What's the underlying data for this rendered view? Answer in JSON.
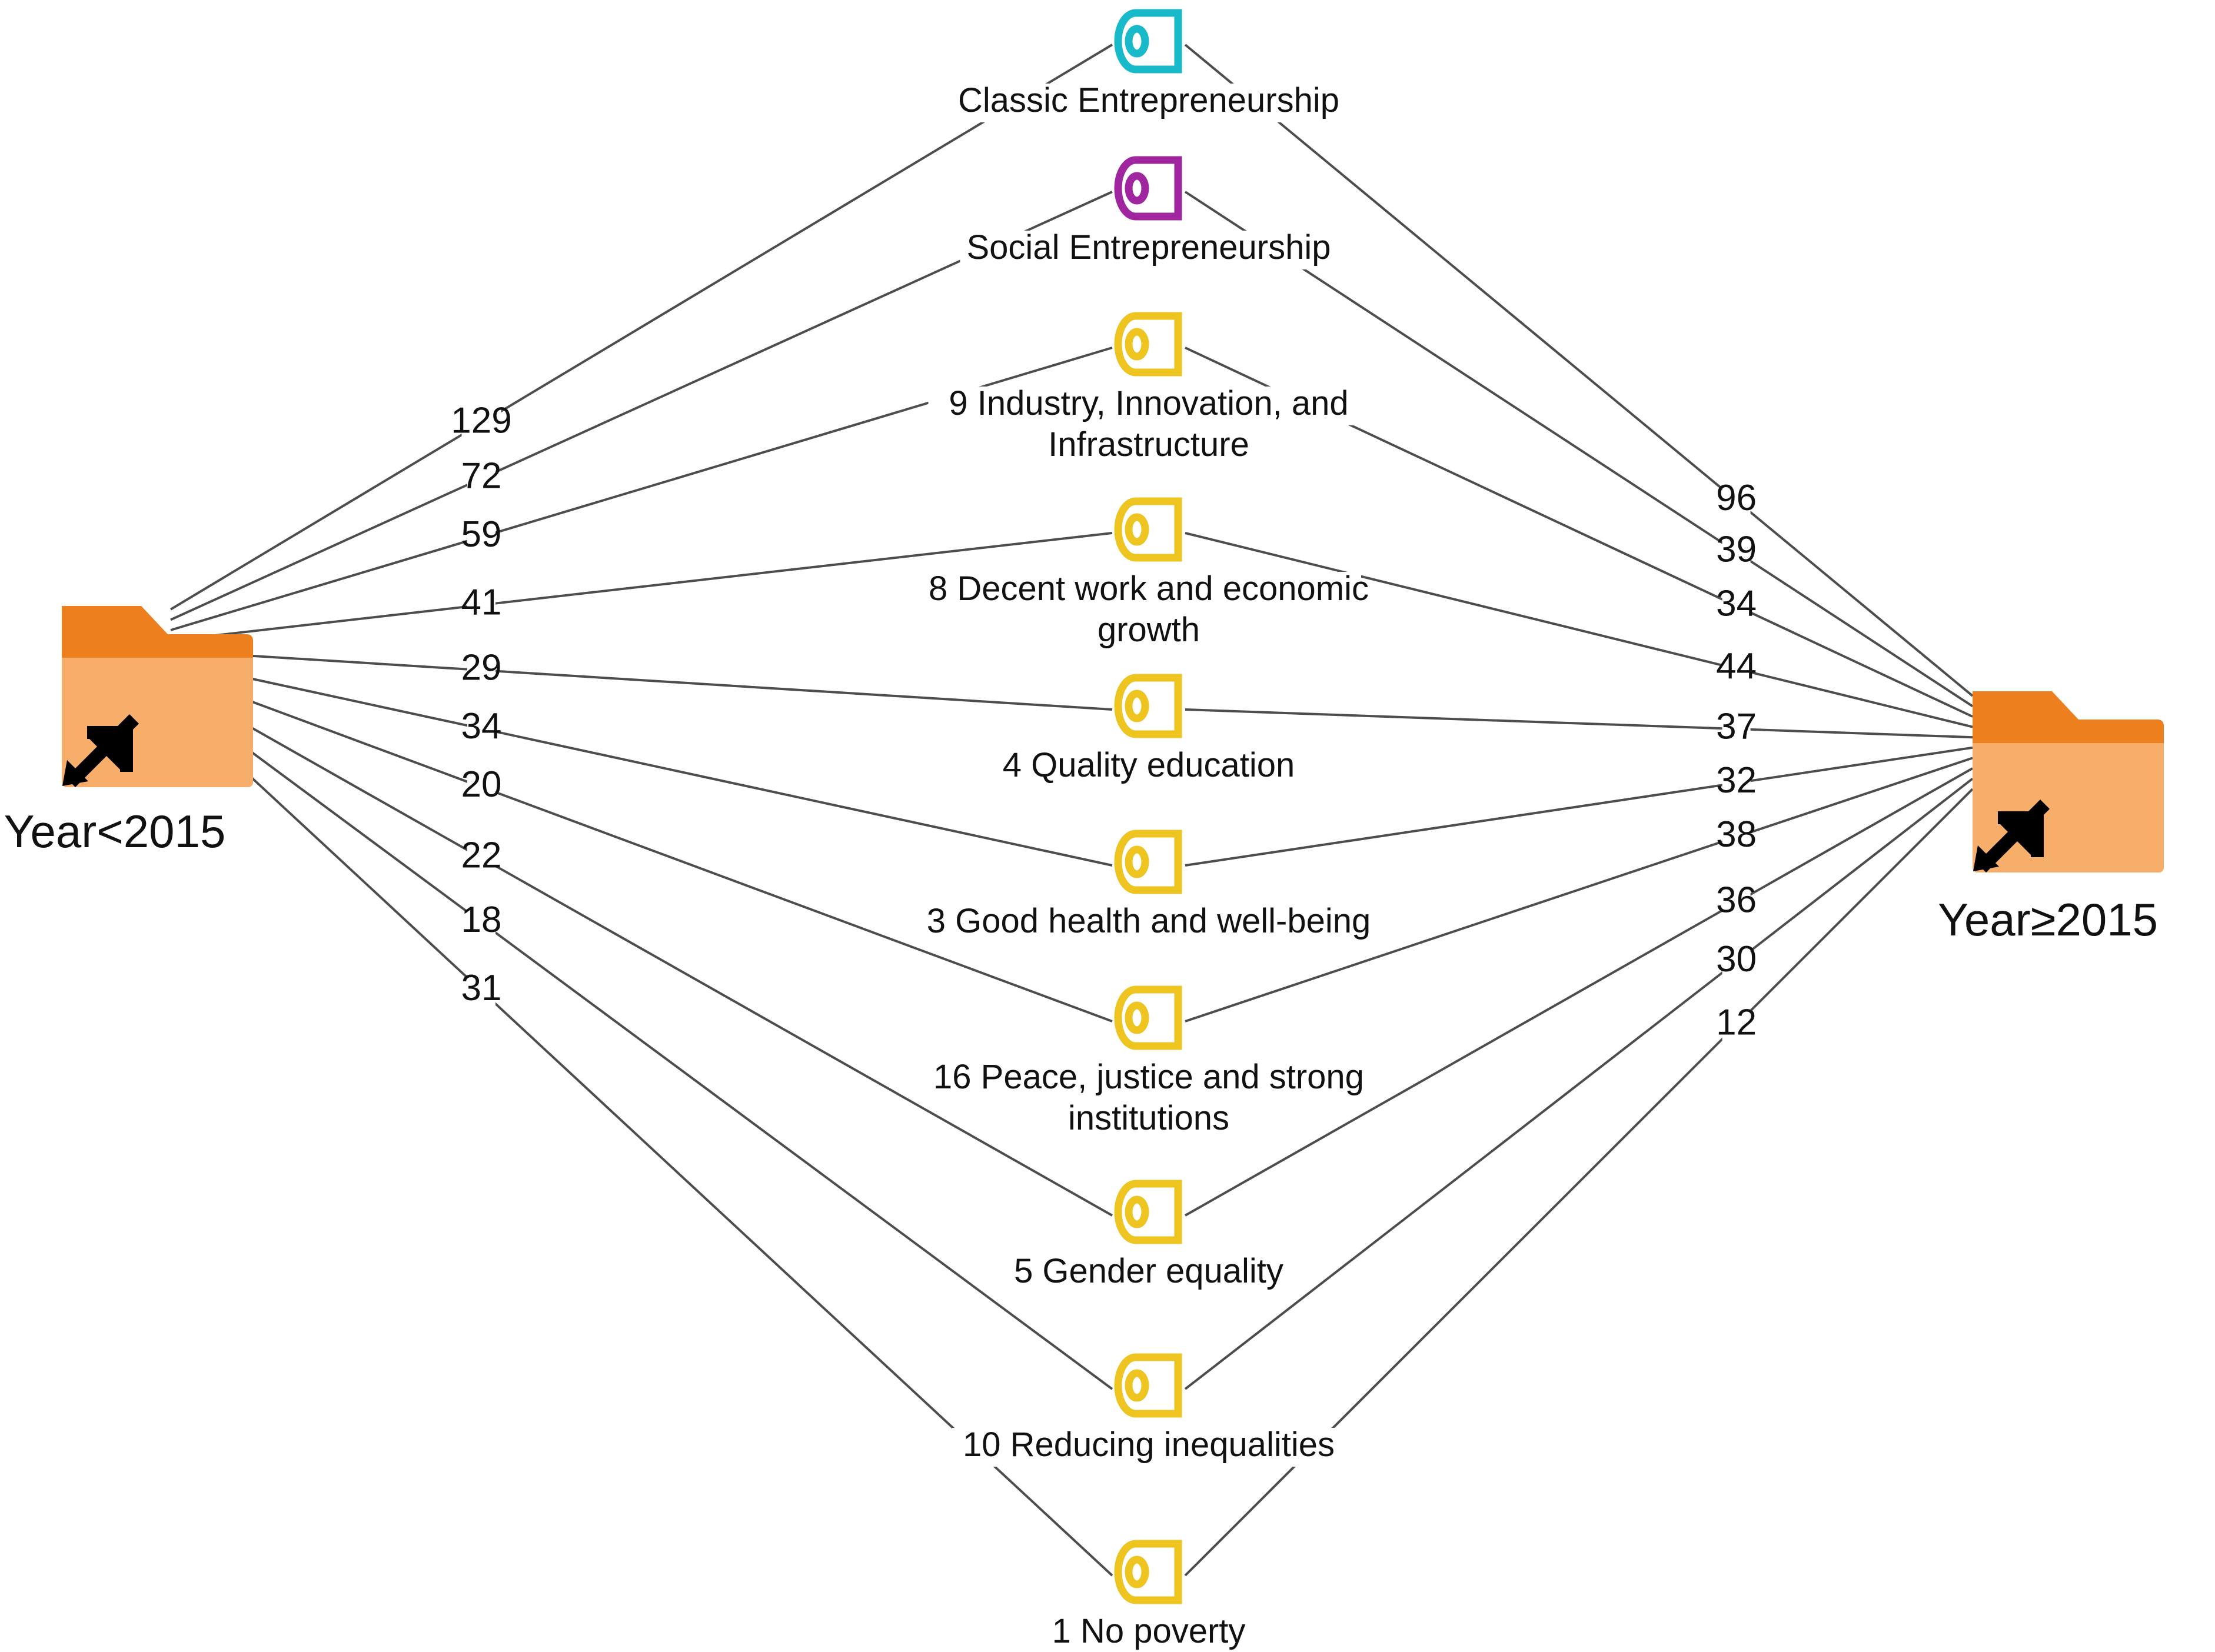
{
  "figure": {
    "type": "bipartite-flow-diagram",
    "background": "#ffffff",
    "edge_color": "#4d4d4d",
    "text_color": "#111111"
  },
  "hubs": {
    "left": {
      "label": "Year<2015",
      "icon": "folder-open-arrow-icon",
      "folder_top_color": "#EE7F1E",
      "folder_body_color": "#F7AE6B",
      "arrow_color": "#000000"
    },
    "right": {
      "label": "Year≥2015",
      "icon": "folder-open-arrow-icon",
      "folder_top_color": "#EE7F1E",
      "folder_body_color": "#F7AE6B",
      "arrow_color": "#000000"
    }
  },
  "icon_colors": {
    "cyan": "#18B9C9",
    "purple": "#A026A0",
    "yellow": "#EDC420"
  },
  "nodes": [
    {
      "label": "Classic Entrepreneurship",
      "icon": "tag-icon",
      "color": "#18B9C9",
      "lines": [
        "Classic Entrepreneurship"
      ]
    },
    {
      "label": "Social Entrepreneurship",
      "icon": "tag-icon",
      "color": "#A026A0",
      "lines": [
        "Social Entrepreneurship"
      ]
    },
    {
      "label": "9 Industry, Innovation, and Infrastructure",
      "icon": "tag-icon",
      "color": "#EDC420",
      "lines": [
        "9 Industry, Innovation, and",
        "Infrastructure"
      ]
    },
    {
      "label": "8 Decent work and economic growth",
      "icon": "tag-icon",
      "color": "#EDC420",
      "lines": [
        "8 Decent work and economic",
        "growth"
      ]
    },
    {
      "label": "4 Quality education",
      "icon": "tag-icon",
      "color": "#EDC420",
      "lines": [
        "4 Quality education"
      ]
    },
    {
      "label": "3 Good health and well-being",
      "icon": "tag-icon",
      "color": "#EDC420",
      "lines": [
        "3 Good health and well-being"
      ]
    },
    {
      "label": "16 Peace, justice and strong institutions",
      "icon": "tag-icon",
      "color": "#EDC420",
      "lines": [
        "16 Peace, justice and strong",
        "institutions"
      ]
    },
    {
      "label": "5 Gender equality",
      "icon": "tag-icon",
      "color": "#EDC420",
      "lines": [
        "5 Gender equality"
      ]
    },
    {
      "label": "10 Reducing inequalities",
      "icon": "tag-icon",
      "color": "#EDC420",
      "lines": [
        "10 Reducing inequalities"
      ]
    },
    {
      "label": "1 No poverty",
      "icon": "tag-icon",
      "color": "#EDC420",
      "lines": [
        "1 No poverty"
      ]
    }
  ],
  "chart_data": {
    "type": "bipartite-flow-diagram",
    "title": "",
    "source_nodes": [
      "Year<2015",
      "Year≥2015"
    ],
    "categories": [
      "Classic Entrepreneurship",
      "Social Entrepreneurship",
      "9 Industry, Innovation, and Infrastructure",
      "8 Decent work and economic growth",
      "4 Quality education",
      "3 Good health and well-being",
      "16 Peace, justice and strong institutions",
      "5 Gender equality",
      "10 Reducing inequalities",
      "1 No poverty"
    ],
    "series": [
      {
        "name": "Year<2015",
        "values": [
          129,
          72,
          59,
          41,
          29,
          34,
          20,
          22,
          18,
          31
        ]
      },
      {
        "name": "Year≥2015",
        "values": [
          96,
          39,
          34,
          44,
          37,
          32,
          38,
          36,
          30,
          12
        ]
      }
    ],
    "left_edge_labels": [
      "129",
      "72",
      "59",
      "41",
      "29",
      "34",
      "20",
      "22",
      "18",
      "31"
    ],
    "right_edge_labels": [
      "96",
      "39",
      "34",
      "44",
      "37",
      "32",
      "38",
      "36",
      "30",
      "12"
    ],
    "legend": null,
    "grid": false
  }
}
